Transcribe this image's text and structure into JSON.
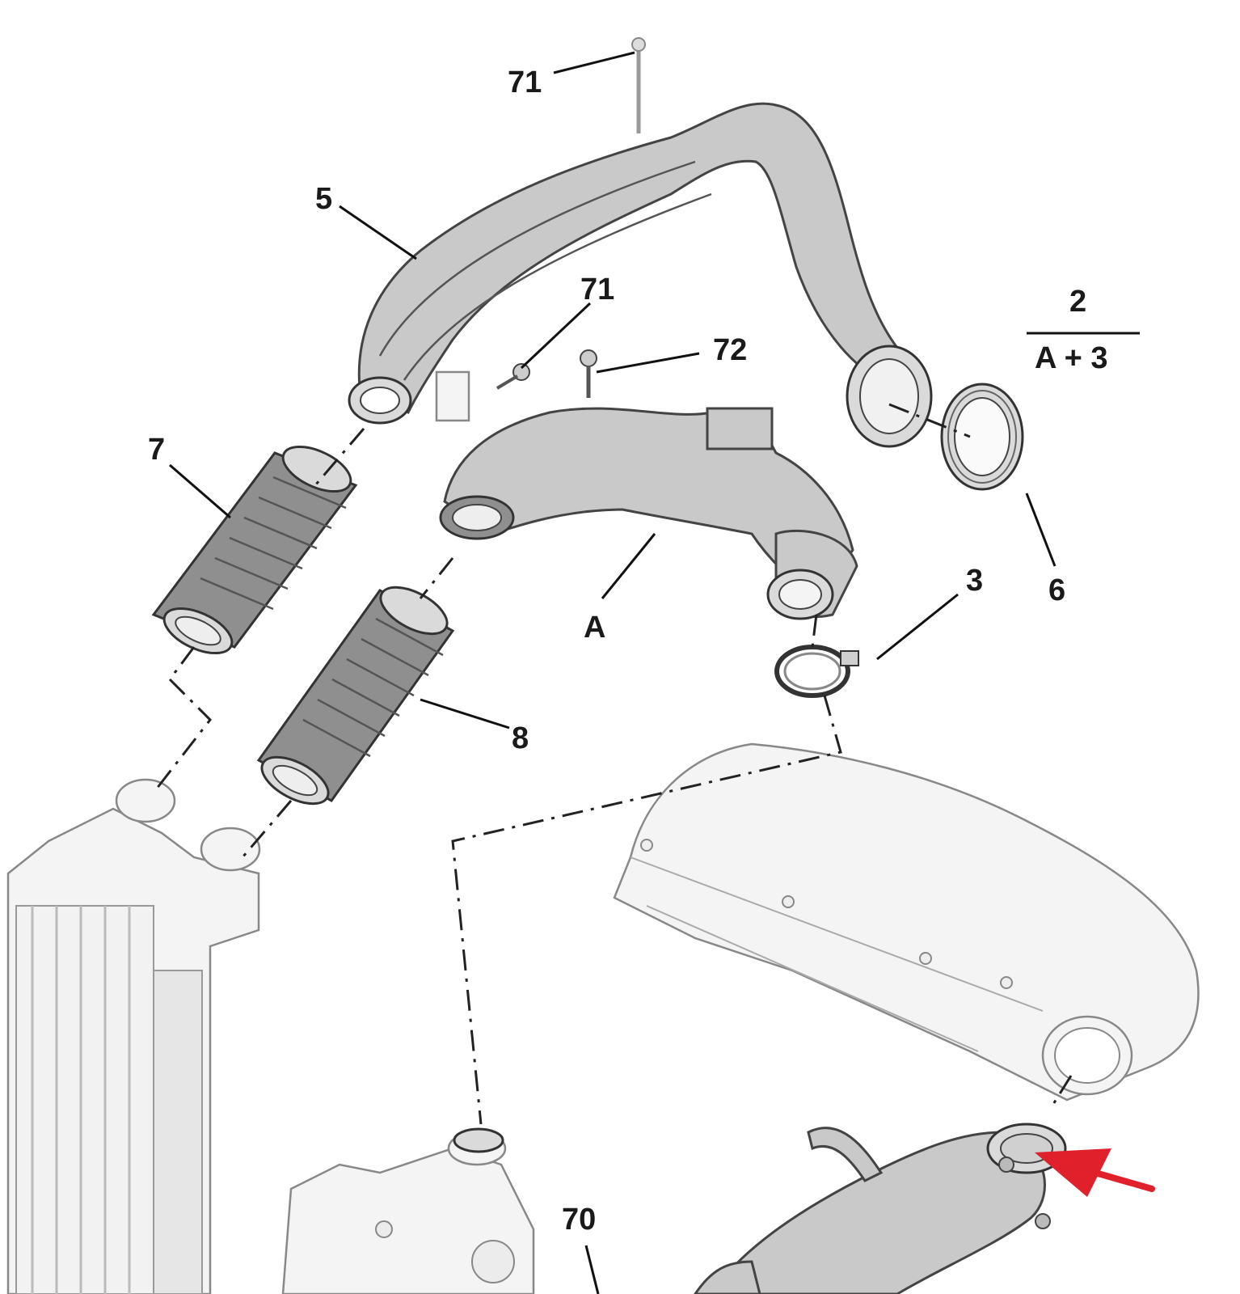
{
  "callouts": {
    "c71_top": "71",
    "c5": "5",
    "c71_mid": "71",
    "c72": "72",
    "c2": "2",
    "cA3": "A + 3",
    "c7": "7",
    "cA": "A",
    "c3": "3",
    "c6": "6",
    "c8": "8",
    "c70": "70"
  },
  "colors": {
    "arrow": "#e0202a",
    "line": "#111111",
    "hose": "#c9c9c9"
  },
  "icons": {
    "pointer": "red-arrow"
  }
}
